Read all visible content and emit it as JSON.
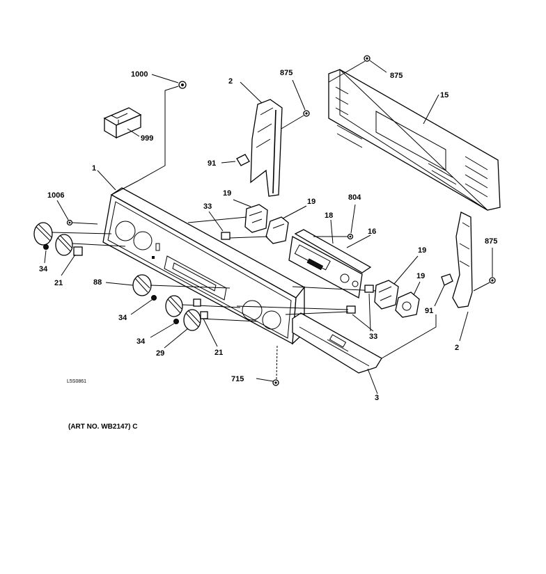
{
  "callouts": {
    "c1000": "1000",
    "c999": "999",
    "c1": "1",
    "c1006": "1006",
    "c2_left": "2",
    "c875_top_a": "875",
    "c875_top_b": "875",
    "c15": "15",
    "c91_left": "91",
    "c19_a": "19",
    "c19_b": "19",
    "c33_top": "33",
    "c804": "804",
    "c18": "18",
    "c16": "16",
    "c19_c": "19",
    "c19_d": "19",
    "c875_right": "875",
    "c91_right": "91",
    "c2_right": "2",
    "c34_a": "34",
    "c21_a": "21",
    "c88": "88",
    "c34_b": "34",
    "c34_c": "34",
    "c29": "29",
    "c21_b": "21",
    "c33_bottom": "33",
    "c715": "715",
    "c3": "3"
  },
  "art_code": "L5S0861",
  "art_note": "(ART NO. WB2147) C",
  "colors": {
    "ink": "#000000",
    "paper": "#ffffff"
  }
}
